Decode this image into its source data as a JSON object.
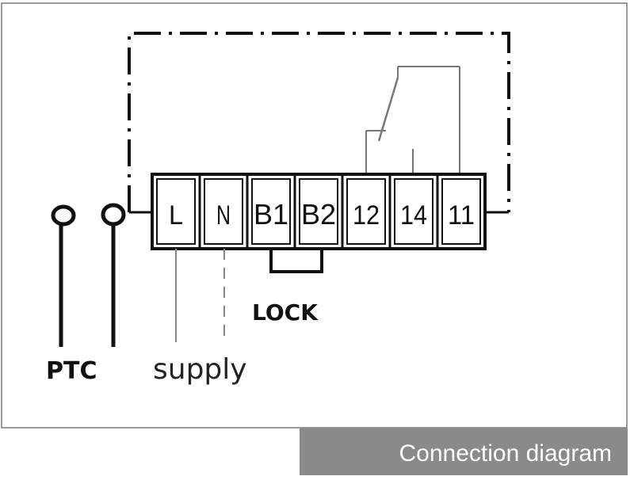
{
  "colors": {
    "line": "#111111",
    "thin_line": "#777777",
    "frame_border": "#9a9a9a",
    "caption_bg": "#8a8a8a",
    "caption_text": "#ffffff"
  },
  "terminals": [
    {
      "id": "L",
      "label": "L"
    },
    {
      "id": "N",
      "label": "N"
    },
    {
      "id": "B1",
      "label": "B1"
    },
    {
      "id": "B2",
      "label": "B2"
    },
    {
      "id": "12",
      "label": "12"
    },
    {
      "id": "14",
      "label": "14"
    },
    {
      "id": "11",
      "label": "11"
    }
  ],
  "labels": {
    "lock": "LOCK",
    "ptc": "PTC",
    "supply": "supply"
  },
  "caption": "Connection diagram"
}
